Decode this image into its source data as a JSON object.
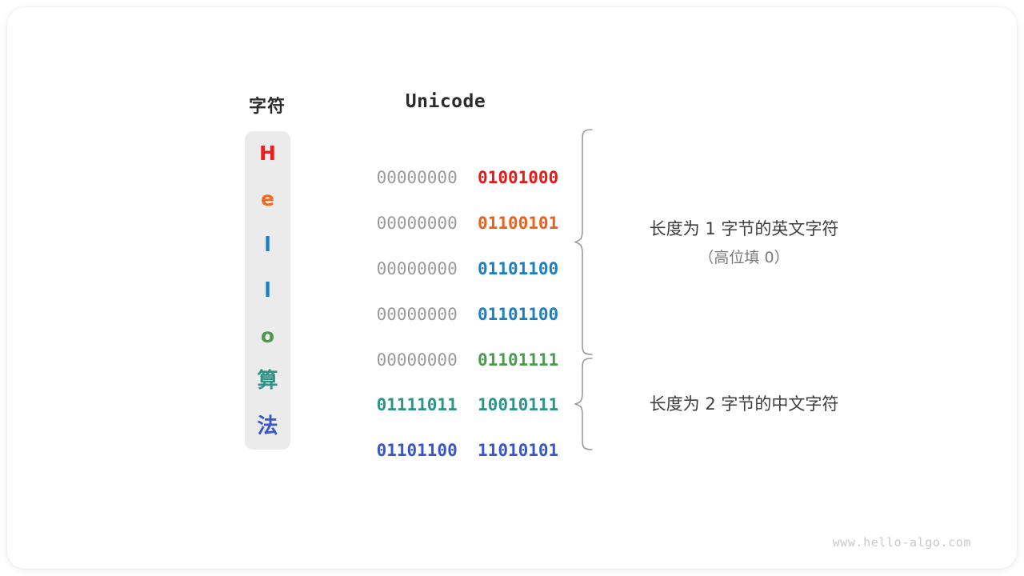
{
  "diagram": {
    "title_visible": false,
    "headers": {
      "char_column": "字符",
      "unicode_column": "Unicode"
    },
    "rows": [
      {
        "char": "H",
        "char_color": "#e8201c",
        "high_byte": "00000000",
        "low_byte": "01001000",
        "low_color": "#e01b18",
        "script": "latin"
      },
      {
        "char": "e",
        "char_color": "#f06a1e",
        "high_byte": "00000000",
        "low_byte": "01100101",
        "low_color": "#ef5f1a",
        "script": "latin"
      },
      {
        "char": "l",
        "char_color": "#1f7fc4",
        "high_byte": "00000000",
        "low_byte": "01101100",
        "low_color": "#1a7ec2",
        "script": "latin"
      },
      {
        "char": "l",
        "char_color": "#1f7fc4",
        "high_byte": "00000000",
        "low_byte": "01101100",
        "low_color": "#1a7ec2",
        "script": "latin"
      },
      {
        "char": "o",
        "char_color": "#4a9b4c",
        "high_byte": "00000000",
        "low_byte": "01101111",
        "low_color": "#4a9b4c",
        "script": "latin"
      },
      {
        "char": "算",
        "char_color": "#2e9387",
        "high_byte": "01111011",
        "low_byte": "10010111",
        "low_color": "#2e9387",
        "script": "cjk"
      },
      {
        "char": "法",
        "char_color": "#3656cc",
        "high_byte": "01101100",
        "low_byte": "11010101",
        "low_color": "#3656cc",
        "script": "cjk"
      }
    ],
    "high_byte_color": "#9a9a9a",
    "panel_color": "#ebebeb",
    "brace_color": "#9b9b9b",
    "annotations": [
      {
        "line1": "长度为 1 字节的英文字符",
        "line2": "（高位填 0）",
        "spans_rows": [
          0,
          4
        ]
      },
      {
        "line1": "长度为 2 字节的中文字符",
        "line2": "",
        "spans_rows": [
          5,
          6
        ]
      }
    ],
    "watermark": "www.hello-algo.com"
  }
}
